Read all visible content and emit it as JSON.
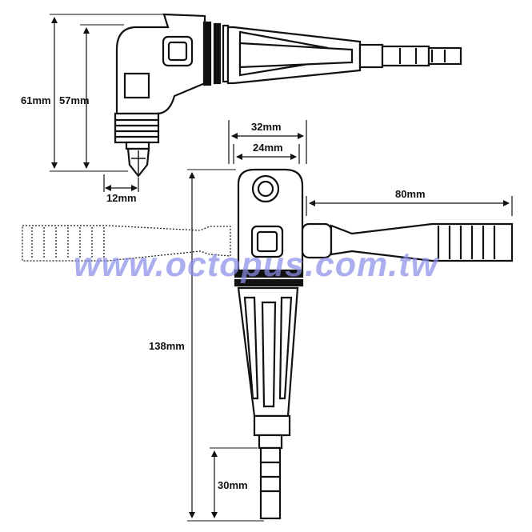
{
  "dimensions": {
    "height_overall": "61mm",
    "height_body": "57mm",
    "bit_width": "12mm",
    "head_outer": "32mm",
    "head_inner": "24mm",
    "handle_length": "80mm",
    "total_length": "138mm",
    "shank_length": "30mm"
  },
  "watermark": "www.octopus.com.tw",
  "colors": {
    "line": "#111111",
    "watermark": "#8a8fe8",
    "background": "#ffffff"
  }
}
